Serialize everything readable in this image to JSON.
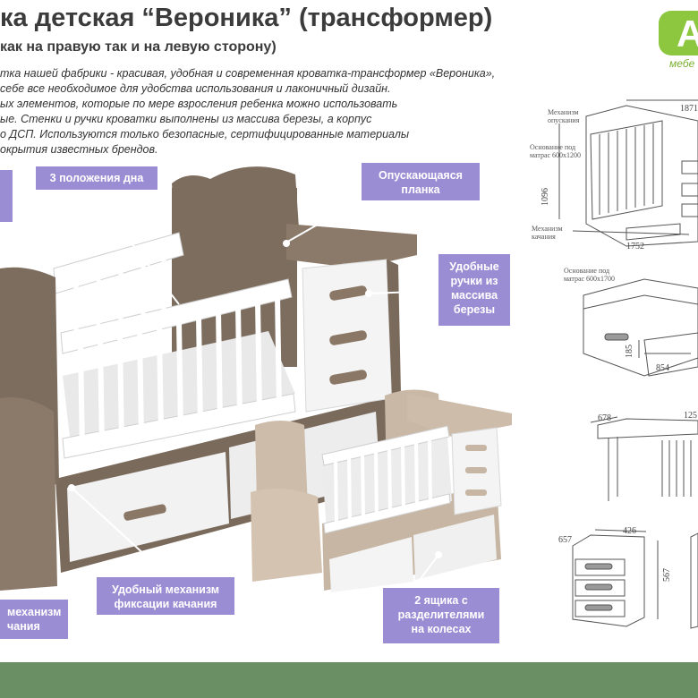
{
  "header": {
    "title": "ка детская “Вероника” (трансформер)",
    "subtitle": "как на правую так и на левую сторону)",
    "description": [
      "тка нашей фабрики - красивая, удобная и современная кроватка-трансформер «Вероника»,",
      "себе все необходимое для удобства использования и лаконичный дизайн.",
      "ых элементов, которые по мере взросления ребенка можно использовать",
      "ые. Стенки и ручки кроватки выполнены из массива березы, а корпус",
      "о ДСП. Используются только безопасные, сертифицированные материалы",
      "окрытия известных брендов."
    ]
  },
  "logo": {
    "letter": "А",
    "text": "мебе"
  },
  "callouts": {
    "bottom_positions": "3 положения дна",
    "lowering_rail": "Опускающаяся планка",
    "handles": "Удобные ручки из массива березы",
    "fixation": "Удобный механизм фиксации качания",
    "mechanism_left": "механизм чания",
    "drawers": "2 ящика с разделителями на колесах"
  },
  "diagrams": {
    "d1": {
      "top_dim": "1871",
      "height_dim": "1096",
      "bottom_dim": "1752",
      "label_mechanism_lowering": [
        "Механизм",
        "опускания"
      ],
      "label_base": [
        "Основание под",
        "матрас 600х1200"
      ],
      "label_mechanism_swing": [
        "Механизм",
        "качания"
      ]
    },
    "d2": {
      "label_base": [
        "Основание под",
        "матрас 600х1700"
      ],
      "dim_185": "185",
      "dim_854": "854"
    },
    "d3": {
      "dim_678": "678",
      "dim_125": "125"
    },
    "d4": {
      "dim_657": "657",
      "dim_426": "426",
      "dim_567": "567"
    }
  },
  "colors": {
    "callout_bg": "#9b8dd4",
    "wood_dark": "#7a6a5c",
    "wood_light": "#c9b8a5",
    "white_panel": "#f4f4f4",
    "footer": "#6a8f64",
    "logo_green": "#8dc63f"
  }
}
